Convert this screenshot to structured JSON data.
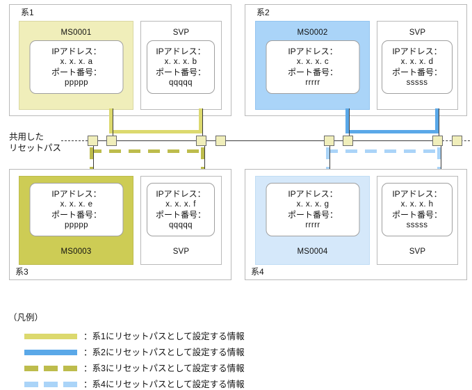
{
  "diagram": {
    "bus": {
      "caption_line1": "共用した",
      "caption_line2": "リセットパス",
      "connector_name": "bus-connector"
    },
    "systems": [
      {
        "key": "sys1",
        "label": "系1",
        "position": "top-left",
        "accent": "#dcd96e",
        "nodes": [
          {
            "key": "ms0001",
            "title": "MS0001",
            "title_position": "top",
            "fill": "#f0eeba",
            "info": {
              "ip_label": "IPアドレス：",
              "ip_value": "x. x. x. a",
              "port_label": "ポート番号：",
              "port_value": "ppppp"
            }
          },
          {
            "key": "svp1",
            "title": "SVP",
            "title_position": "top",
            "fill": "#ffffff",
            "info": {
              "ip_label": "IPアドレス：",
              "ip_value": "x. x. x. b",
              "port_label": "ポート番号：",
              "port_value": "qqqqq"
            }
          }
        ]
      },
      {
        "key": "sys2",
        "label": "系2",
        "position": "top-right",
        "accent": "#5aa8e8",
        "nodes": [
          {
            "key": "ms0002",
            "title": "MS0002",
            "title_position": "top",
            "fill": "#aad4f8",
            "info": {
              "ip_label": "IPアドレス：",
              "ip_value": "x. x. x. c",
              "port_label": "ポート番号：",
              "port_value": "rrrrr"
            }
          },
          {
            "key": "svp2",
            "title": "SVP",
            "title_position": "top",
            "fill": "#ffffff",
            "info": {
              "ip_label": "IPアドレス：",
              "ip_value": "x. x. x. d",
              "port_label": "ポート番号：",
              "port_value": "sssss"
            }
          }
        ]
      },
      {
        "key": "sys3",
        "label": "系3",
        "position": "bottom-left",
        "accent": "#bdbc4c",
        "nodes": [
          {
            "key": "ms0003",
            "title": "MS0003",
            "title_position": "bottom",
            "fill": "#cdcc55",
            "info": {
              "ip_label": "IPアドレス：",
              "ip_value": "x. x. x. e",
              "port_label": "ポート番号：",
              "port_value": "ppppp"
            }
          },
          {
            "key": "svp3",
            "title": "SVP",
            "title_position": "bottom",
            "fill": "#ffffff",
            "info": {
              "ip_label": "IPアドレス：",
              "ip_value": "x. x. x. f",
              "port_label": "ポート番号：",
              "port_value": "qqqqq"
            }
          }
        ]
      },
      {
        "key": "sys4",
        "label": "系4",
        "position": "bottom-right",
        "accent": "#aad4f8",
        "nodes": [
          {
            "key": "ms0004",
            "title": "MS0004",
            "title_position": "bottom",
            "fill": "#d5e8fa",
            "info": {
              "ip_label": "IPアドレス：",
              "ip_value": "x. x. x. g",
              "port_label": "ポート番号：",
              "port_value": "rrrrr"
            }
          },
          {
            "key": "svp4",
            "title": "SVP",
            "title_position": "bottom",
            "fill": "#ffffff",
            "info": {
              "ip_label": "IPアドレス：",
              "ip_value": "x. x. x. h",
              "port_label": "ポート番号：",
              "port_value": "sssss"
            }
          }
        ]
      }
    ]
  },
  "legend": {
    "title": "（凡例）",
    "rows": [
      {
        "style": "solid",
        "color": "#dcd96e",
        "text": "：系1にリセットパスとして設定する情報"
      },
      {
        "style": "solid",
        "color": "#5aa8e8",
        "text": "：系2にリセットパスとして設定する情報"
      },
      {
        "style": "dashed",
        "color": "#bdbc4c",
        "text": "：系3にリセットパスとして設定する情報"
      },
      {
        "style": "dashed",
        "color": "#aad4f8",
        "text": "：系4にリセットパスとして設定する情報"
      }
    ]
  }
}
